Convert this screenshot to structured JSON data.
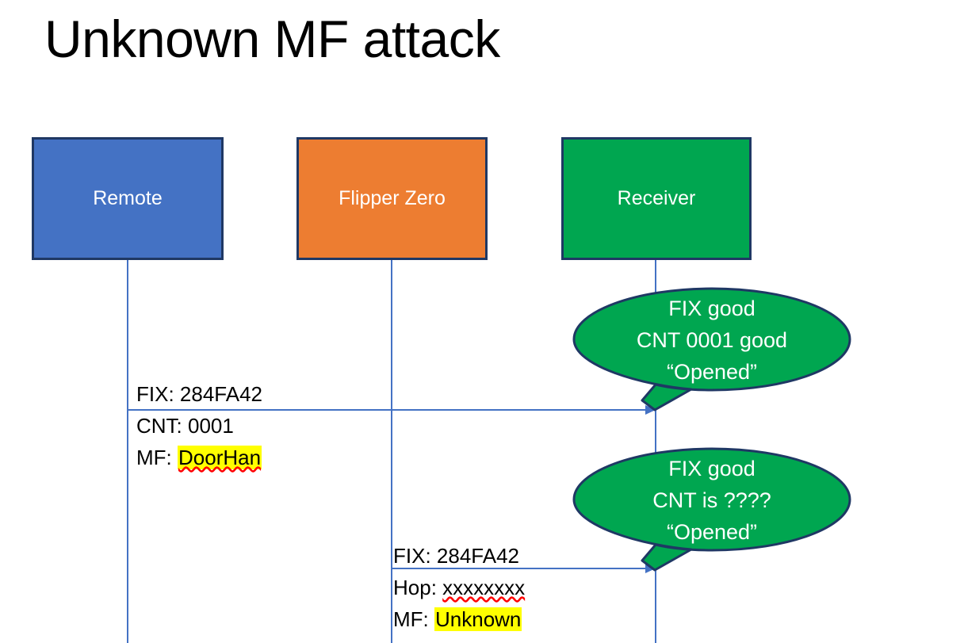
{
  "slide": {
    "title": "Unknown MF attack",
    "background": "#ffffff"
  },
  "colors": {
    "remote_fill": "#4472C4",
    "flipper_fill": "#ED7D31",
    "receiver_fill": "#00A650",
    "box_border": "#1F3864",
    "bubble_fill": "#00A650",
    "bubble_border": "#1F3864",
    "arrow": "#4472C4",
    "highlight": "#FFFF00",
    "spellcheck_underline": "#FF0000",
    "text": "#000000",
    "box_label_text": "#FFFFFF"
  },
  "actors": [
    {
      "id": "remote",
      "label": "Remote"
    },
    {
      "id": "flipper",
      "label": "Flipper Zero"
    },
    {
      "id": "receiver",
      "label": "Receiver"
    }
  ],
  "messages": [
    {
      "id": "remote-to-receiver",
      "from": "remote",
      "to": "receiver",
      "line1": "FIX: 284FA42",
      "line2": "CNT: 0001",
      "line3_prefix": "MF: ",
      "line3_value": "DoorHan",
      "line3_highlighted": true,
      "line3_spellchecked": true
    },
    {
      "id": "flipper-to-receiver",
      "from": "flipper",
      "to": "receiver",
      "line1": "FIX: 284FA42",
      "line2_prefix": "Hop: ",
      "line2_value": "xxxxxxxx",
      "line2_spellchecked": true,
      "line3_prefix": "MF: ",
      "line3_value": "Unknown",
      "line3_highlighted": true
    }
  ],
  "bubbles": [
    {
      "id": "bubble-1",
      "attached_to": "receiver",
      "line1": "FIX good",
      "line2": "CNT 0001 good",
      "line3": "“Opened”"
    },
    {
      "id": "bubble-2",
      "attached_to": "receiver",
      "line1": "FIX good",
      "line2": "CNT is ????",
      "line3": "“Opened”"
    }
  ]
}
